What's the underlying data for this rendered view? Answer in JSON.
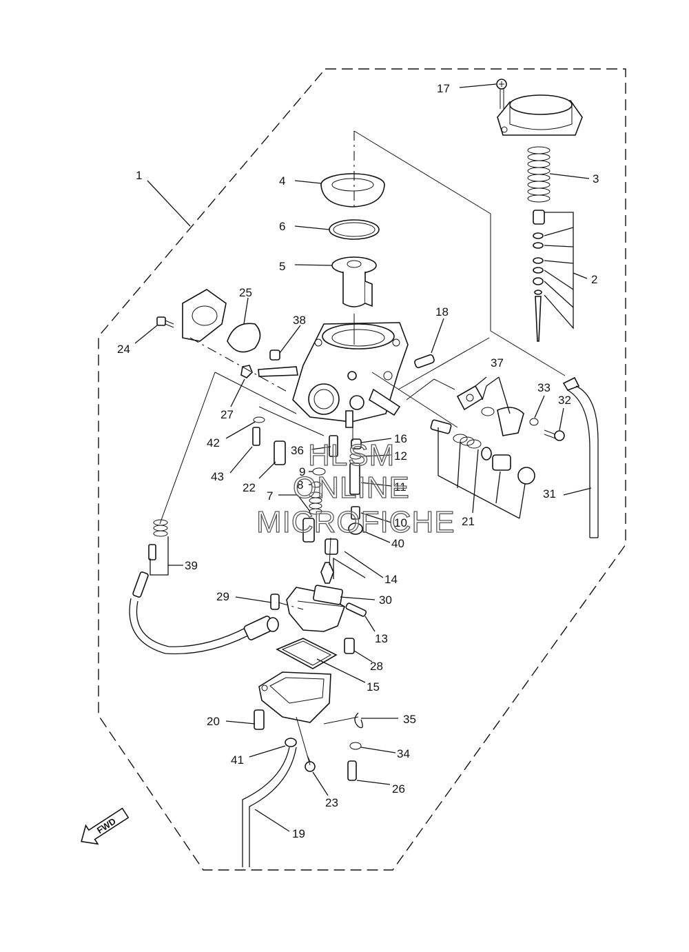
{
  "callouts": {
    "c1": "1",
    "c2": "2",
    "c3": "3",
    "c4": "4",
    "c5": "5",
    "c6": "6",
    "c7": "7",
    "c8": "8",
    "c9": "9",
    "c10": "10",
    "c11": "11",
    "c12": "12",
    "c13": "13",
    "c14": "14",
    "c15": "15",
    "c16": "16",
    "c17": "17",
    "c18": "18",
    "c19": "19",
    "c20": "20",
    "c21": "21",
    "c22": "22",
    "c23": "23",
    "c24": "24",
    "c25": "25",
    "c26": "26",
    "c27": "27",
    "c28": "28",
    "c29": "29",
    "c30": "30",
    "c31": "31",
    "c32": "32",
    "c33": "33",
    "c34": "34",
    "c35": "35",
    "c36": "36",
    "c37": "37",
    "c38": "38",
    "c39": "39",
    "c40": "40",
    "c41": "41",
    "c42": "42",
    "c43": "43"
  },
  "direction_badge": "FWD",
  "watermark": {
    "line1": "HLSM",
    "line2": "ONLINE",
    "line3": "MICROFICHE"
  }
}
